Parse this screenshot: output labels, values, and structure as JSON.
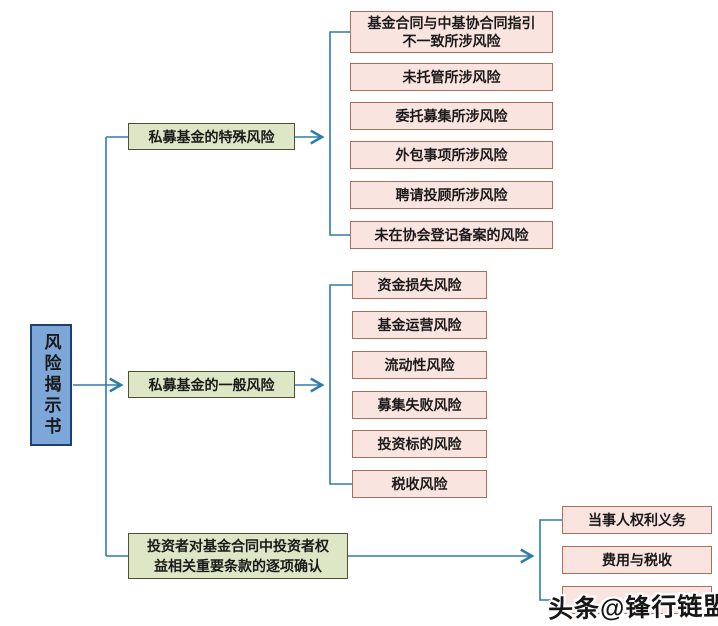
{
  "diagram": {
    "title": "风险揭示书",
    "root": {
      "label": "风险揭示书"
    },
    "branches": [
      {
        "label": "私募基金的特殊风险",
        "leaves": [
          "基金合同与中基协合同指引不一致所涉风险",
          "未托管所涉风险",
          "委托募集所涉风险",
          "外包事项所涉风险",
          "聘请投顾所涉风险",
          "未在协会登记备案的风险"
        ]
      },
      {
        "label": "私募基金的一般风险",
        "leaves": [
          "资金损失风险",
          "基金运营风险",
          "流动性风险",
          "募集失败风险",
          "投资标的风险",
          "税收风险"
        ]
      },
      {
        "label": "投资者对基金合同中投资者权益相关重要条款的逐项确认",
        "leaves": [
          "当事人权利义务",
          "费用与税收",
          ""
        ]
      }
    ],
    "watermark": "头条@锋行链盟",
    "colors": {
      "connector": "#2e7ca8",
      "root_fill": "#7da7d8",
      "root_border": "#1f3f6e",
      "branch_fill": "#dde7c6",
      "branch_border": "#4f4f38",
      "leaf_fill": "#f9e4df",
      "leaf_border": "#a8705c",
      "text": "#1a1a1a"
    }
  }
}
